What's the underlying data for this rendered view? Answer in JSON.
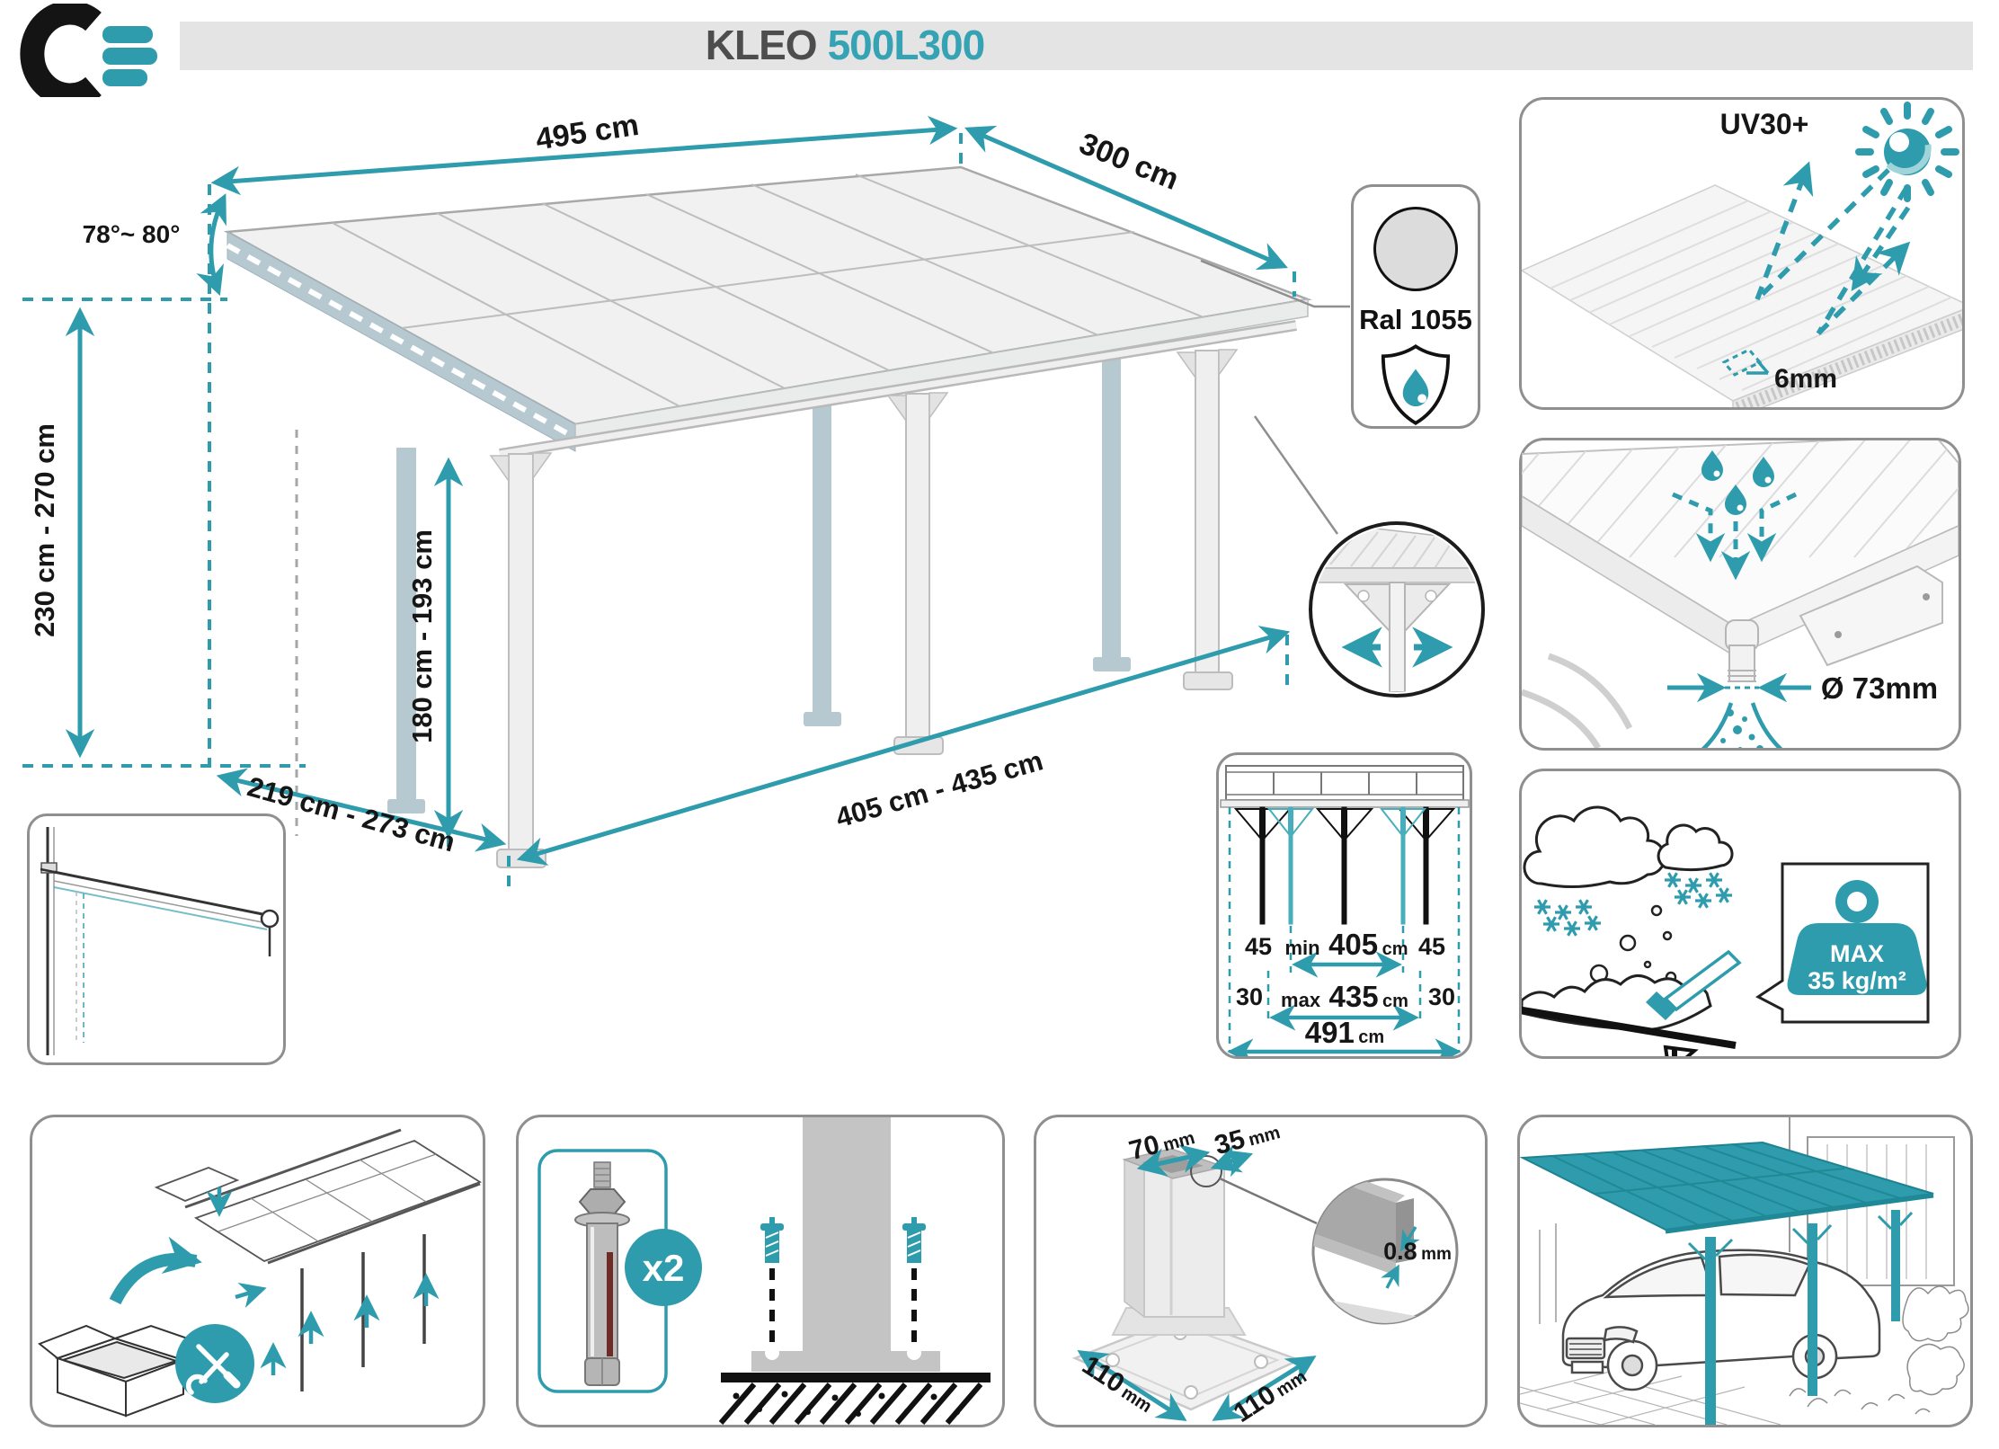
{
  "header": {
    "product_name": "KLEO",
    "product_code": "500L300"
  },
  "diagram": {
    "roof_width": "495 cm",
    "roof_depth": "300 cm",
    "roof_angle": "78°~ 80°",
    "rear_height": "230 cm - 270 cm",
    "post_height": "180 cm - 193 cm",
    "side_depth": "219 cm - 273 cm",
    "post_span": "405 cm - 435 cm"
  },
  "color_panel": {
    "ral": "Ral 1055"
  },
  "uv_panel": {
    "uv_rating": "UV30+",
    "panel_thickness": "6mm"
  },
  "drain_panel": {
    "drain_diameter": "Ø 73mm"
  },
  "spacing_panel": {
    "left_edge": "45",
    "right_edge": "45",
    "min_label": "min",
    "min_value": "405",
    "min_unit": "cm",
    "left_offset": "30",
    "right_offset": "30",
    "max_label": "max",
    "max_value": "435",
    "max_unit": "cm",
    "total_value": "491",
    "total_unit": "cm"
  },
  "snow_panel": {
    "max_label": "MAX",
    "max_load": "35 kg/m²"
  },
  "anchor_panel": {
    "quantity": "x2"
  },
  "post_panel": {
    "top_width": "70",
    "top_depth": "35",
    "base_width": "110",
    "base_depth": "110",
    "wall_thickness": "0.8",
    "unit_mm": "mm"
  },
  "colors": {
    "accent_teal": "#2E9CAC",
    "title_accent": "#35A3B3",
    "header_bar": "#E4E4E4",
    "shadow_post": "#B6C8D0"
  },
  "icons": [
    "logo-ce-icon",
    "sun-icon",
    "water-drop-icon",
    "shield-icon",
    "snowflake-icon",
    "weight-icon",
    "tools-icon",
    "adjust-arrows-icon",
    "anchor-bolt-icon"
  ]
}
